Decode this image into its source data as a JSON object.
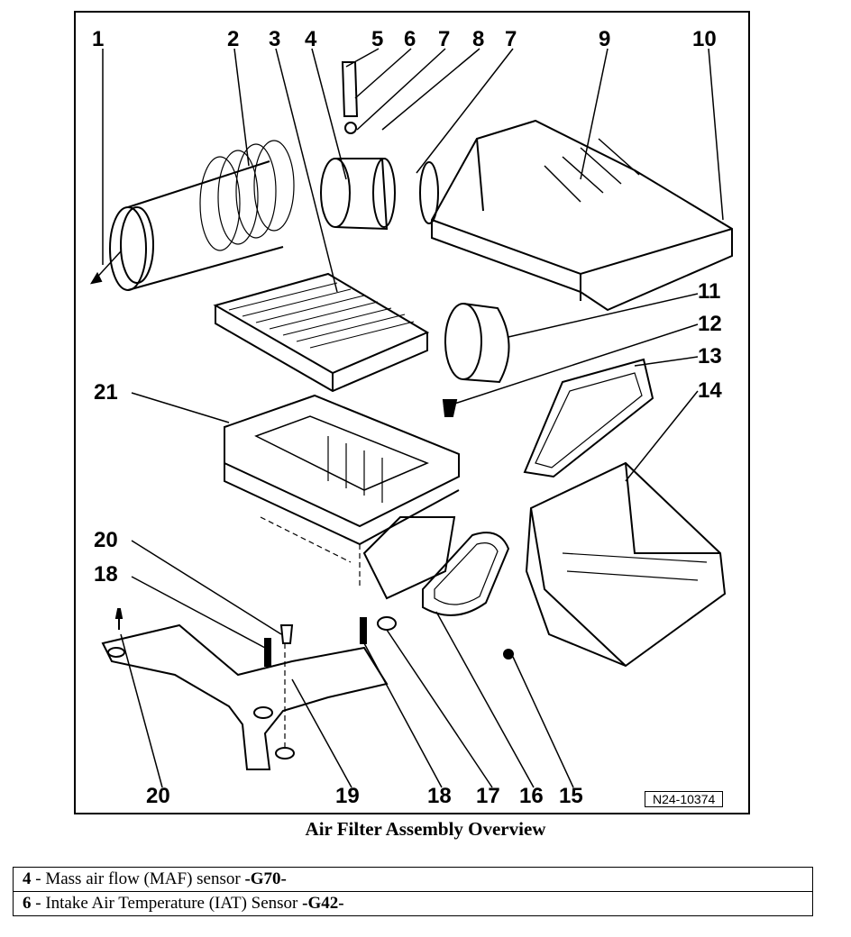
{
  "diagram": {
    "caption": "Air Filter Assembly Overview",
    "reference_code": "N24-10374",
    "callouts": [
      "1",
      "2",
      "3",
      "4",
      "5",
      "6",
      "7",
      "8",
      "7",
      "9",
      "10",
      "11",
      "12",
      "13",
      "14",
      "21",
      "20",
      "18",
      "20",
      "19",
      "18",
      "17",
      "16",
      "15"
    ]
  },
  "legend": [
    {
      "number": "4",
      "separator": " - ",
      "description": "Mass air flow (MAF) sensor ",
      "code": "-G70-"
    },
    {
      "number": "6",
      "separator": " - ",
      "description": "Intake Air Temperature (IAT) Sensor ",
      "code": "-G42-"
    }
  ]
}
